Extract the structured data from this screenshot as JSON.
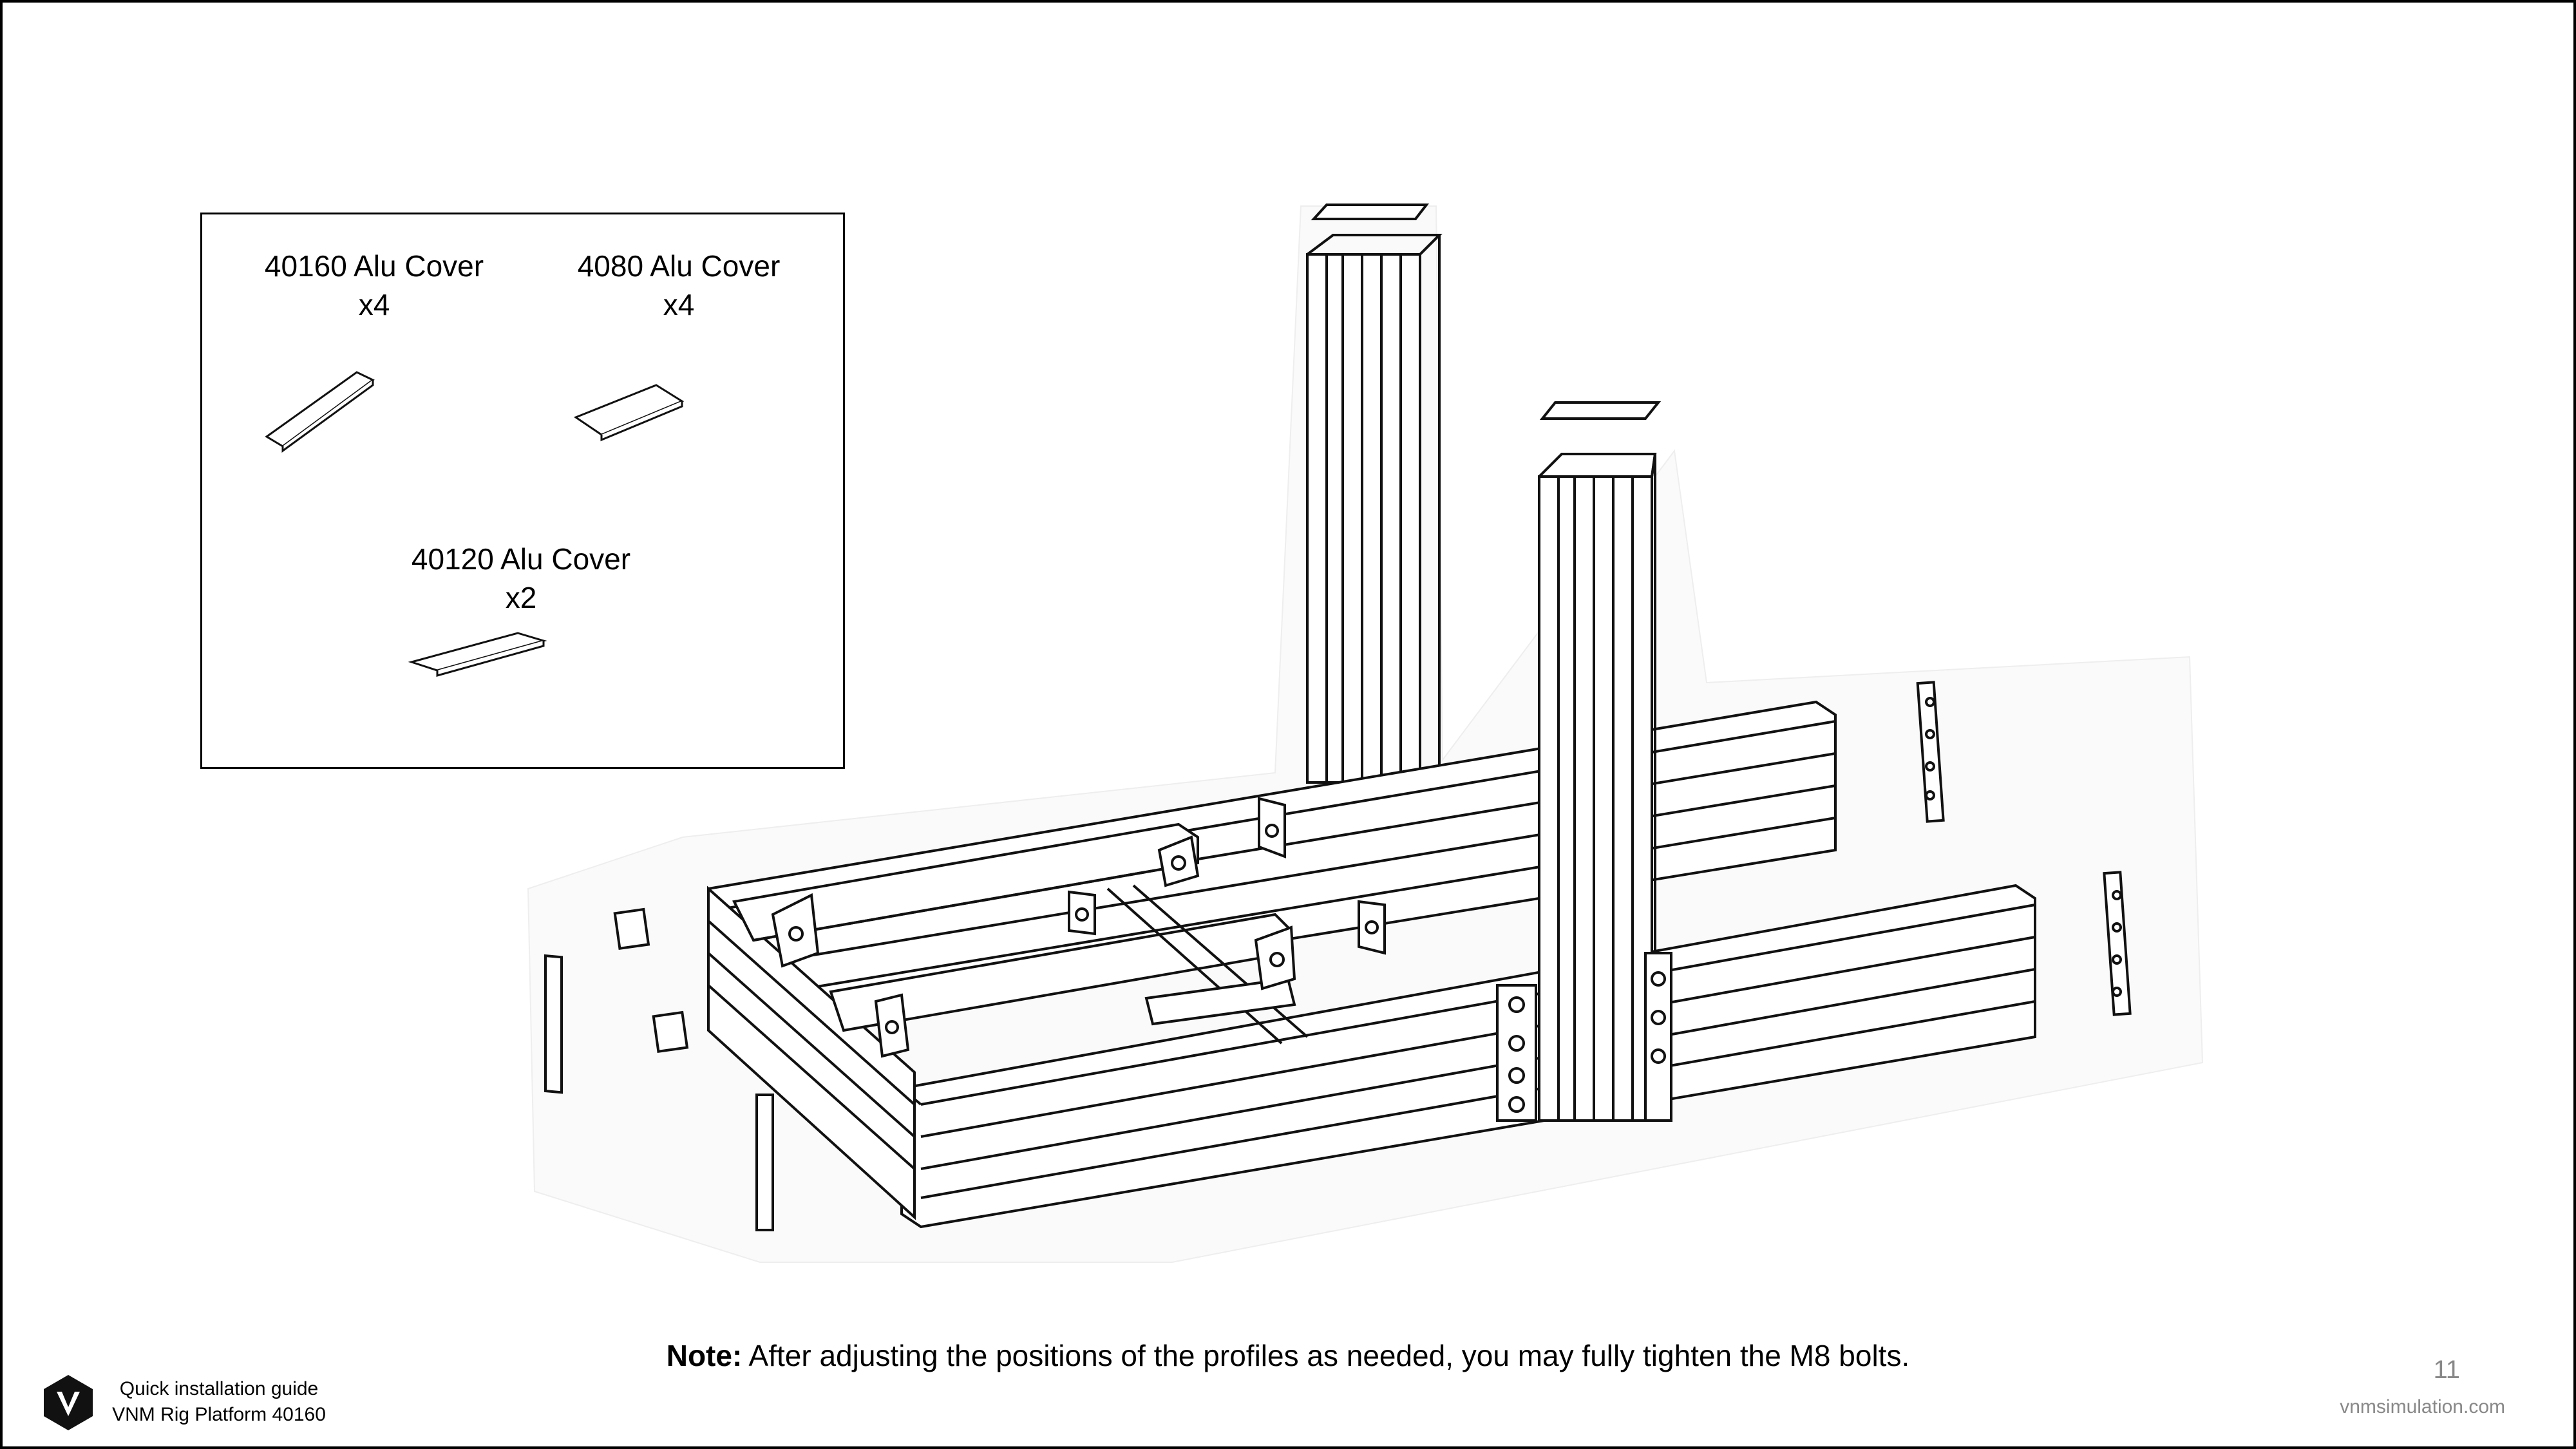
{
  "parts": {
    "cover_40160": {
      "name": "40160 Alu Cover",
      "qty": "x4"
    },
    "cover_4080": {
      "name": "4080 Alu Cover",
      "qty": "x4"
    },
    "cover_40120": {
      "name": "40120 Alu Cover",
      "qty": "x2"
    }
  },
  "note": {
    "label": "Note:",
    "text": "After adjusting the positions of the profiles as needed, you may fully tighten the M8 bolts."
  },
  "footer": {
    "logo_icon": "vnm-logo-icon",
    "guide_line1": "Quick installation guide",
    "guide_line2": "VNM Rig Platform 40160",
    "page_number": "11",
    "website": "vnmsimulation.com"
  }
}
